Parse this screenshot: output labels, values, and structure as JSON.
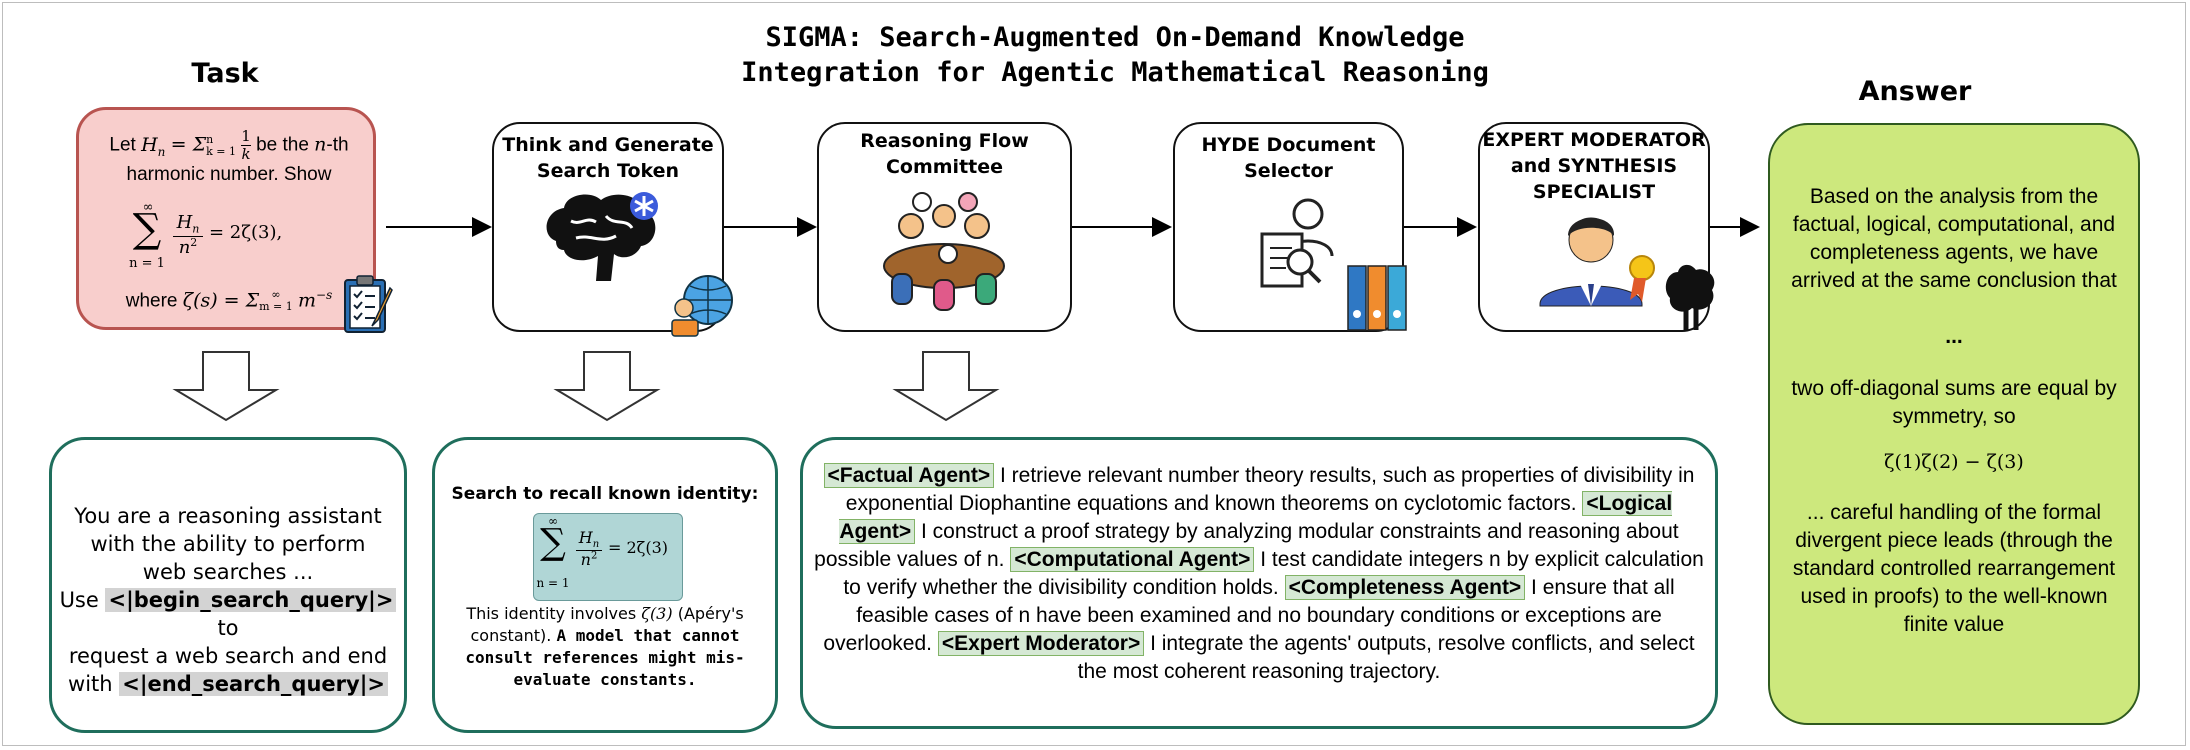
{
  "title": {
    "line1": "SIGMA: Search-Augmented On-Demand Knowledge",
    "line2": "Integration for Agentic Mathematical Reasoning"
  },
  "task": {
    "header": "Task",
    "text_line1_pre": "Let",
    "text_line1_sym": "H",
    "text_line1_sub": "n",
    "text_line1_def": "= Σ",
    "text_line1_lim_top": "n",
    "text_line1_lim_bot": "k = 1",
    "text_line1_frac_num": "1",
    "text_line1_frac_den": "k",
    "text_line1_post": "be the",
    "text_line1_n": "n",
    "text_line1_th": "-th",
    "text_line2": "harmonic number. Show",
    "sum_top": "∞",
    "sum_sign": "∑",
    "sum_bot": "n = 1",
    "sum_num": "H",
    "sum_num_sub": "n",
    "sum_den": "n",
    "sum_den_sup": "2",
    "sum_rhs": "= 2ζ(3),",
    "where_pre": "where",
    "where_expr": "ζ(s) = Σ",
    "where_top": "∞",
    "where_bot": "m = 1",
    "where_tail": "m",
    "where_tail_sup": "−s"
  },
  "stages": [
    {
      "title_line1": "Think and Generate",
      "title_line2": "Search Token",
      "icon": "brain-globe-icon"
    },
    {
      "title_line1": "Reasoning Flow",
      "title_line2": "Committee",
      "icon": "committee-icon"
    },
    {
      "title_line1": "HYDE Document",
      "title_line2": "Selector",
      "icon": "document-search-icon"
    },
    {
      "title_line1": "EXPERT MODERATOR",
      "title_line2": "and SYNTHESIS",
      "title_line3": "SPECIALIST",
      "icon": "expert-icon"
    }
  ],
  "answer": {
    "header": "Answer",
    "para1": "Based on the analysis from the factual, logical, computational, and completeness agents, we have arrived at the same conclusion that",
    "ellipsis": "...",
    "para2": "two off-diagonal sums are equal by symmetry, so",
    "formula": "ζ(1)ζ(2) − ζ(3)",
    "para3": "... careful handling of the formal divergent piece leads (through the standard controlled rearrangement used in proofs) to the well-known finite value"
  },
  "panel1": {
    "line1": "You are a reasoning assistant",
    "line2": "with the ability to perform",
    "line3": "web searches ...",
    "use": "Use",
    "token1": "<|begin_search_query|>",
    "to": "to",
    "line5": "request a web search and end",
    "with": "with",
    "token2": "<|end_search_query|>"
  },
  "panel2": {
    "heading": "Search to recall known identity:",
    "sum_top": "∞",
    "sum_sign": "∑",
    "sum_bot": "n = 1",
    "sum_num": "H",
    "sum_num_sub": "n",
    "sum_den": "n",
    "sum_den_sup": "2",
    "sum_rhs": "= 2ζ(3)",
    "note_pre": "This identity involves",
    "note_zeta": "ζ(3)",
    "note_post": "(Apéry's constant).",
    "note_bold": "A model that cannot consult references might mis-evaluate constants."
  },
  "panel3": {
    "agent1": "<Factual Agent>",
    "text1": "I retrieve relevant number theory results, such as properties of divisibility in exponential Diophantine equations and known theorems on cyclotomic factors.",
    "agent2": "<Logical Agent>",
    "text2": "I construct a proof strategy by analyzing modular constraints and reasoning about possible values of n.",
    "agent3": "<Computational Agent>",
    "text3": "I test candidate integers n by explicit calculation to verify whether the divisibility condition holds.",
    "agent4": "<Completeness Agent>",
    "text4": "I ensure that all feasible cases of n have been examined and no boundary conditions or exceptions are overlooked.",
    "agent5": "<Expert Moderator>",
    "text5": "I integrate the agents' outputs, resolve conflicts, and select the most coherent reasoning trajectory."
  },
  "colors": {
    "task_fill": "#f8cecc",
    "task_border": "#b85450",
    "answer_fill": "#cde87d",
    "panel_border": "#1f6e5c",
    "agent_tag_fill": "#d5e8d4",
    "token_fill": "#d3d3d3"
  }
}
